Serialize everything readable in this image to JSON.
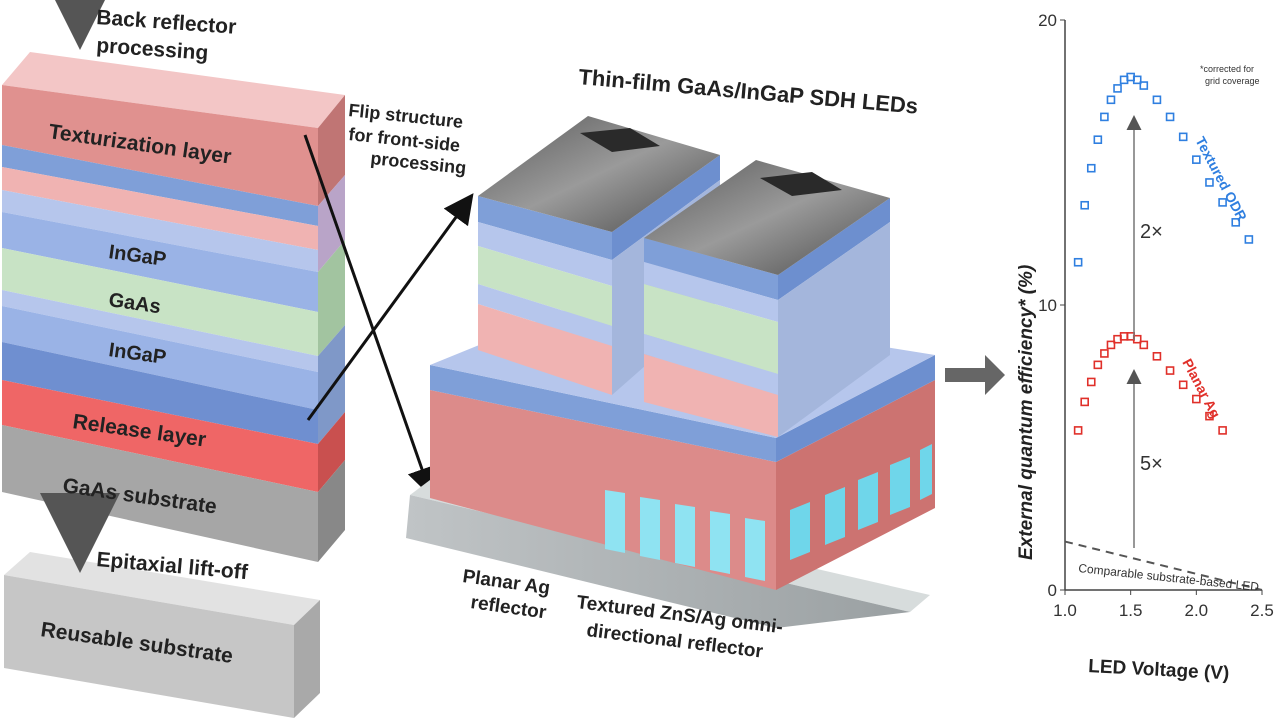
{
  "stack": {
    "back_reflector": "Back reflector",
    "processing": "processing",
    "texturization_layer": "Texturization layer",
    "ingap_top": "InGaP",
    "gaas": "GaAs",
    "ingap_bottom": "InGaP",
    "release_layer": "Release layer",
    "gaas_substrate": "GaAs substrate",
    "epitaxial_lift_off": "Epitaxial lift-off",
    "reusable_substrate": "Reusable substrate"
  },
  "flip": {
    "line1": "Flip structure",
    "line2": "for front-side",
    "line3": "processing"
  },
  "device": {
    "title_line1": "Thin-film GaAs/InGaP SDH LEDs",
    "planar_line1": "Planar Ag",
    "planar_line2": "reflector",
    "textured_line1": "Textured ZnS/Ag omni-",
    "textured_line2": "directional reflector"
  },
  "chart_data": {
    "type": "scatter",
    "xlabel": "LED Voltage (V)",
    "ylabel": "External quantum efficiency* (%)",
    "xlim": [
      1.0,
      2.5
    ],
    "ylim": [
      0,
      20
    ],
    "xticks": [
      "1.0",
      "1.5",
      "2.0",
      "2.5"
    ],
    "yticks": [
      "0",
      "10",
      "20"
    ],
    "footnote_line1": "*corrected for",
    "footnote_line2": "grid coverage",
    "series": [
      {
        "name": "Textured ODR",
        "color": "#2f7fe0",
        "x": [
          1.1,
          1.15,
          1.2,
          1.25,
          1.3,
          1.35,
          1.4,
          1.45,
          1.5,
          1.55,
          1.6,
          1.7,
          1.8,
          1.9,
          2.0,
          2.1,
          2.2,
          2.3,
          2.4
        ],
        "y": [
          11.5,
          13.5,
          14.8,
          15.8,
          16.6,
          17.2,
          17.6,
          17.9,
          18.0,
          17.9,
          17.7,
          17.2,
          16.6,
          15.9,
          15.1,
          14.3,
          13.6,
          12.9,
          12.3
        ]
      },
      {
        "name": "Planar Ag",
        "color": "#e0302a",
        "x": [
          1.1,
          1.15,
          1.2,
          1.25,
          1.3,
          1.35,
          1.4,
          1.45,
          1.5,
          1.55,
          1.6,
          1.7,
          1.8,
          1.9,
          2.0,
          2.1,
          2.2
        ],
        "y": [
          5.6,
          6.6,
          7.3,
          7.9,
          8.3,
          8.6,
          8.8,
          8.9,
          8.9,
          8.8,
          8.6,
          8.2,
          7.7,
          7.2,
          6.7,
          6.1,
          5.6
        ]
      },
      {
        "name": "Comparable substrate-based LED",
        "color": "#555555",
        "x": [
          1.0,
          2.5
        ],
        "y": [
          1.7,
          0.0
        ]
      }
    ],
    "annotations": [
      "2×",
      "5×"
    ]
  }
}
